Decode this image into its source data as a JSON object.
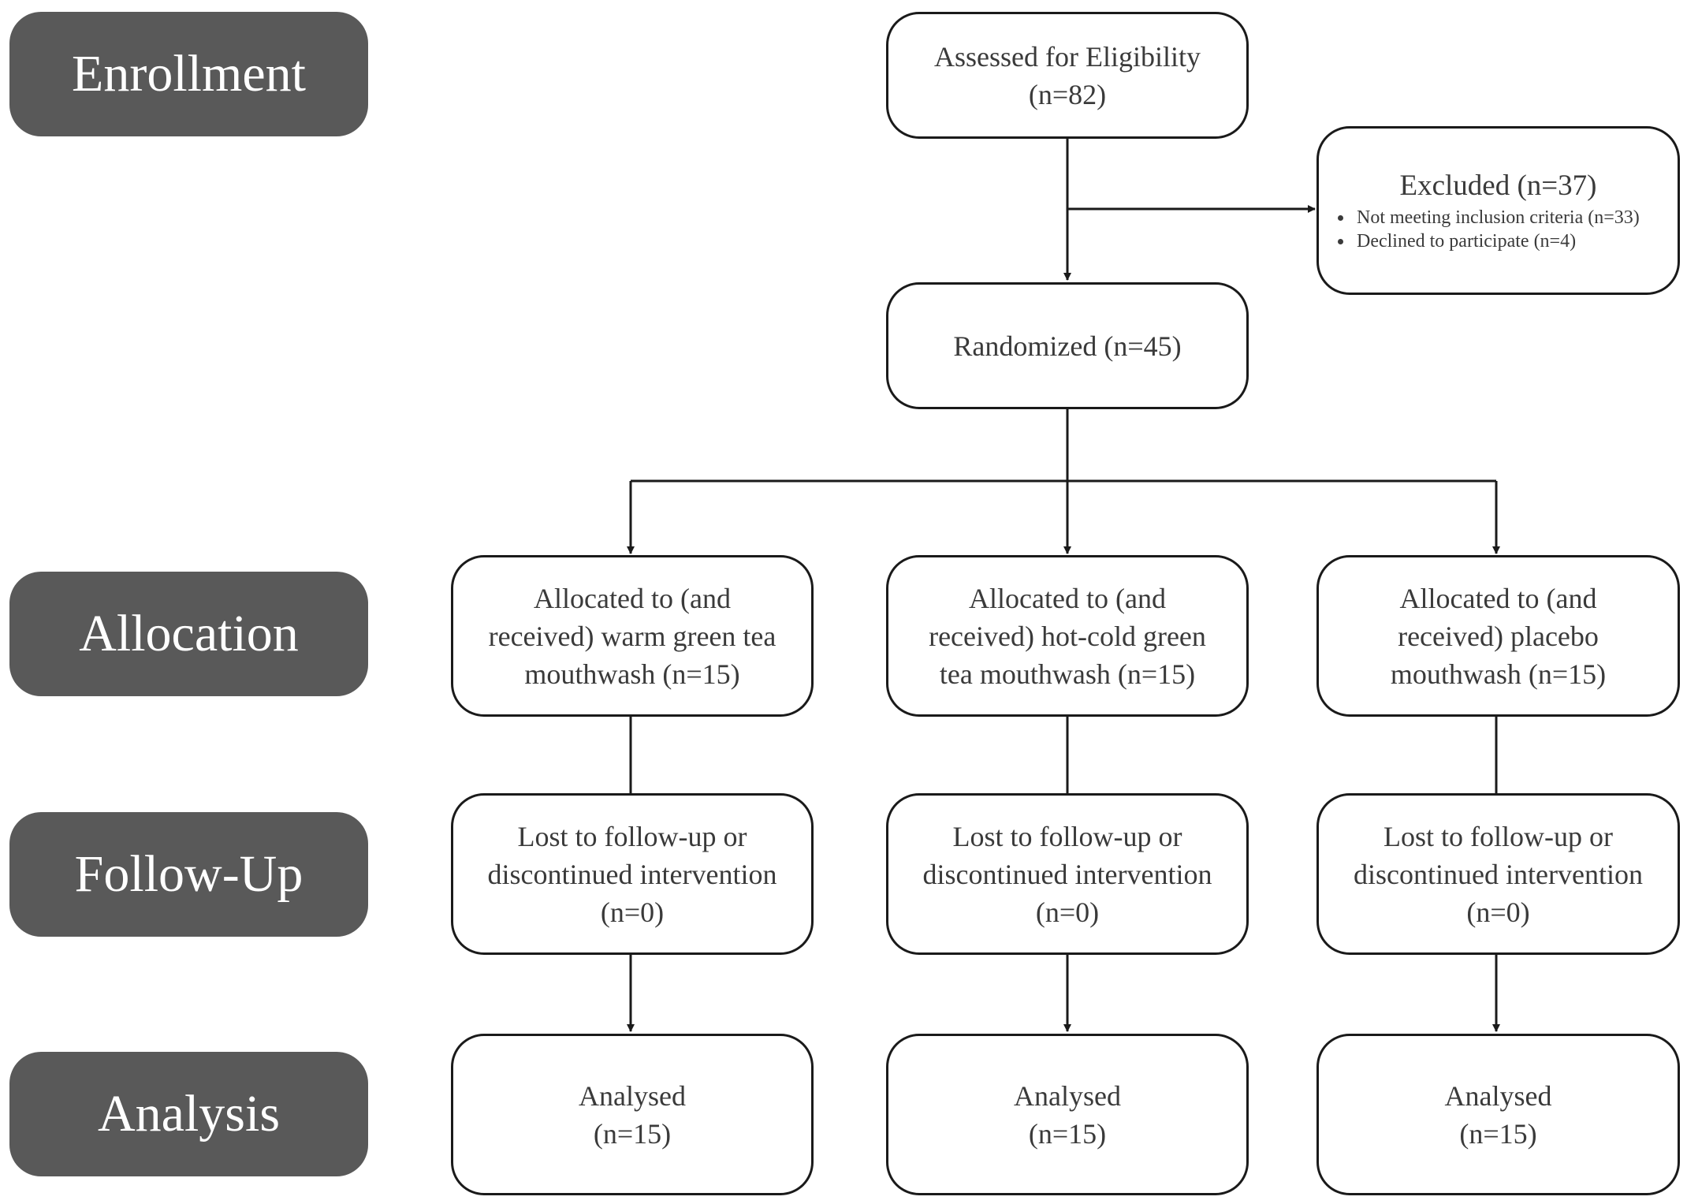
{
  "stages": [
    {
      "id": "enrollment",
      "label": "Enrollment"
    },
    {
      "id": "allocation",
      "label": "Allocation"
    },
    {
      "id": "followup",
      "label": "Follow-Up"
    },
    {
      "id": "analysis",
      "label": "Analysis"
    }
  ],
  "assessed": {
    "line1": "Assessed for Eligibility",
    "line2": "(n=82)"
  },
  "excluded": {
    "title": "Excluded (n=37)",
    "bullets": [
      "Not meeting inclusion criteria (n=33)",
      "Declined to participate (n=4)"
    ]
  },
  "randomized": {
    "label": "Randomized (n=45)"
  },
  "arms": [
    {
      "allocated": "Allocated to (and\nreceived) warm green tea\nmouthwash (n=15)",
      "followup": "Lost to follow-up or\ndiscontinued intervention\n(n=0)",
      "analysis": "Analysed\n(n=15)"
    },
    {
      "allocated": "Allocated to (and\nreceived) hot-cold green\ntea mouthwash (n=15)",
      "followup": "Lost to follow-up or\ndiscontinued intervention\n(n=0)",
      "analysis": "Analysed\n(n=15)"
    },
    {
      "allocated": "Allocated to (and\nreceived) placebo\nmouthwash (n=15)",
      "followup": "Lost to follow-up or\ndiscontinued intervention\n(n=0)",
      "analysis": "Analysed\n(n=15)"
    }
  ],
  "colors": {
    "stage_fill": "#595959",
    "stage_text": "#ffffff",
    "box_border": "#1a1a1a",
    "line": "#1a1a1a"
  }
}
